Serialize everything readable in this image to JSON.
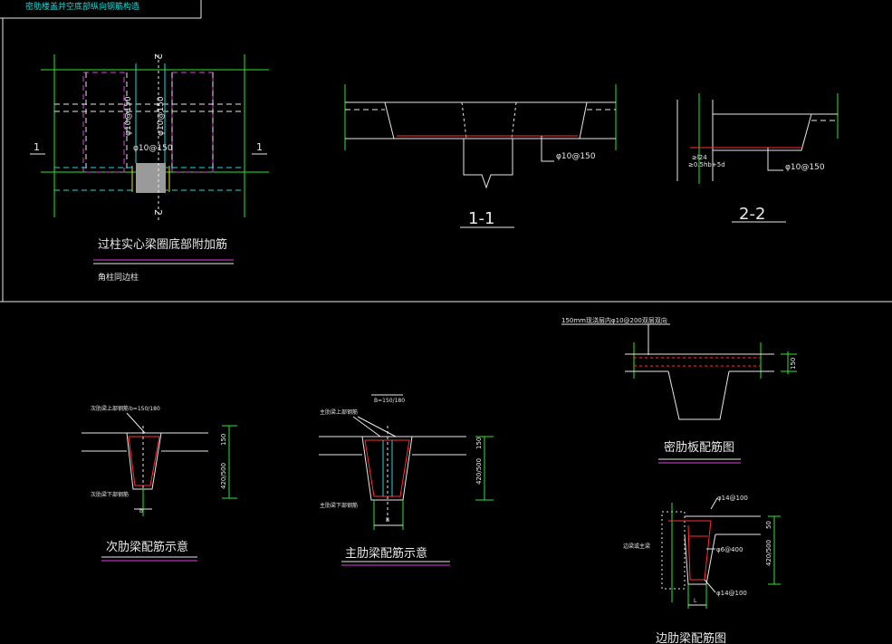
{
  "header": {
    "title": "密肋楼盖并空底部纵向钢筋构造"
  },
  "labels": {
    "d1_title": "过柱实心梁圈底部附加筋",
    "d1_sub": "角柱同边柱",
    "d1_cut_left": "1",
    "d1_cut_right": "1",
    "d1_cut_top": "2",
    "d1_cut_bot": "2",
    "d1_bar_v1": "φ10@150",
    "d1_bar_v2": "φ10@150",
    "d1_bar_h": "φ10@150",
    "d2_title": "1-1",
    "d2_bar": "φ10@150",
    "d3_title": "2-2",
    "d3_bar": "φ10@150",
    "d3_anchor1": "≥l24",
    "d3_anchor2": "≥0.5hb+5d",
    "d4_title": "次肋梁配筋示意",
    "d4_top": "次肋梁上部钢筋",
    "d4_width": "b=150/180",
    "d4_bot": "次肋梁下部钢筋",
    "d4_b": "b",
    "d4_dim1": "150",
    "d4_dim2": "420/500",
    "d5_title": "主肋梁配筋示意",
    "d5_top": "主肋梁上部钢筋",
    "d5_width": "B=150/180",
    "d5_bot": "主肋梁下部钢筋",
    "d5_b": "B",
    "d5_dim1": "150",
    "d5_dim2": "420/500",
    "d6_title": "密肋板配筋图",
    "d6_note": "150mm现浇层内φ10@200双层双向",
    "d6_dim": "150",
    "d7_title": "边肋梁配筋图",
    "d7_bar1": "φ14@100",
    "d7_bar2": "φ6@400",
    "d7_bar3": "φ14@100",
    "d7_beam": "边梁或主梁",
    "d7_L": "L",
    "d7_dim1": "50",
    "d7_dim2": "420/500"
  }
}
